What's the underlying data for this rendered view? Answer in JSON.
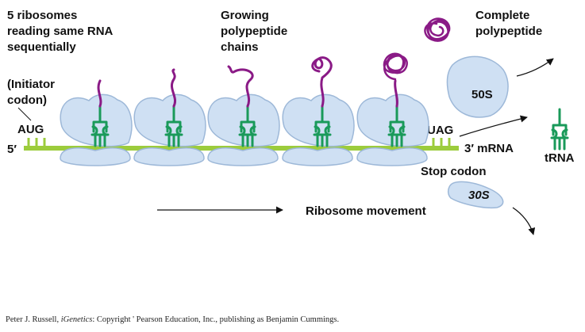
{
  "labels": {
    "ribosomes_line1": "5 ribosomes",
    "ribosomes_line2": "reading same RNA",
    "ribosomes_line3": "sequentially",
    "growing_line1": "Growing",
    "growing_line2": "polypeptide",
    "growing_line3": "chains",
    "complete_line1": "Complete",
    "complete_line2": "polypeptide",
    "initiator_line1": "(Initiator",
    "initiator_line2": "codon)",
    "start_codon": "AUG",
    "five_prime": "5′",
    "stop_codon_seq": "UAG",
    "three_prime": "3′ mRNA",
    "stop_codon_label": "Stop codon",
    "large_subunit": "50S",
    "small_subunit": "30S",
    "trna": "tRNA",
    "movement": "Ribosome movement"
  },
  "credit": {
    "author": "Peter J. Russell, ",
    "book": "iGenetics",
    "rest": ": Copyright ' Pearson Education, Inc., publishing as Benjamin Cummings."
  },
  "colors": {
    "mrna": "#9ccc3c",
    "ribosome_fill": "#cfe0f3",
    "ribosome_stroke": "#9db8d8",
    "trna": "#1a9a5a",
    "polypeptide": "#8a1a86",
    "text": "#111111"
  }
}
